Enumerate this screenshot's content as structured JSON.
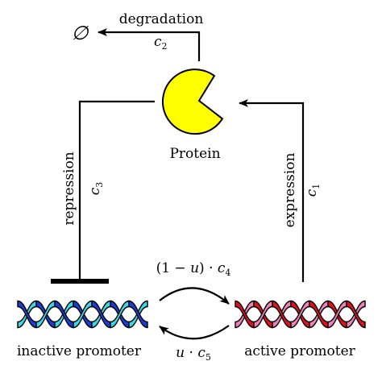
{
  "nodes": {
    "protein": {
      "label": "Protein",
      "color": "#ffff00"
    },
    "inactive_promoter": {
      "label": "inactive promoter",
      "strand_colors": [
        "#1a3cd8",
        "#38d8e8"
      ]
    },
    "active_promoter": {
      "label": "active promoter",
      "strand_colors": [
        "#e0101e",
        "#f080b8"
      ]
    },
    "empty_set": {
      "symbol": "∅"
    }
  },
  "edges": {
    "degradation": {
      "label": "degradation",
      "rate": "c",
      "rate_sub": "2"
    },
    "repression": {
      "label": "repression",
      "rate": "c",
      "rate_sub": "3"
    },
    "expression": {
      "label": "expression",
      "rate": "c",
      "rate_sub": "1"
    },
    "activation": {
      "label_prefix": "(1 − ",
      "var": "u",
      "label_mid": ") · ",
      "rate": "c",
      "rate_sub": "4"
    },
    "deactivation": {
      "var": "u",
      "label_mid": " · ",
      "rate": "c",
      "rate_sub": "5"
    }
  }
}
